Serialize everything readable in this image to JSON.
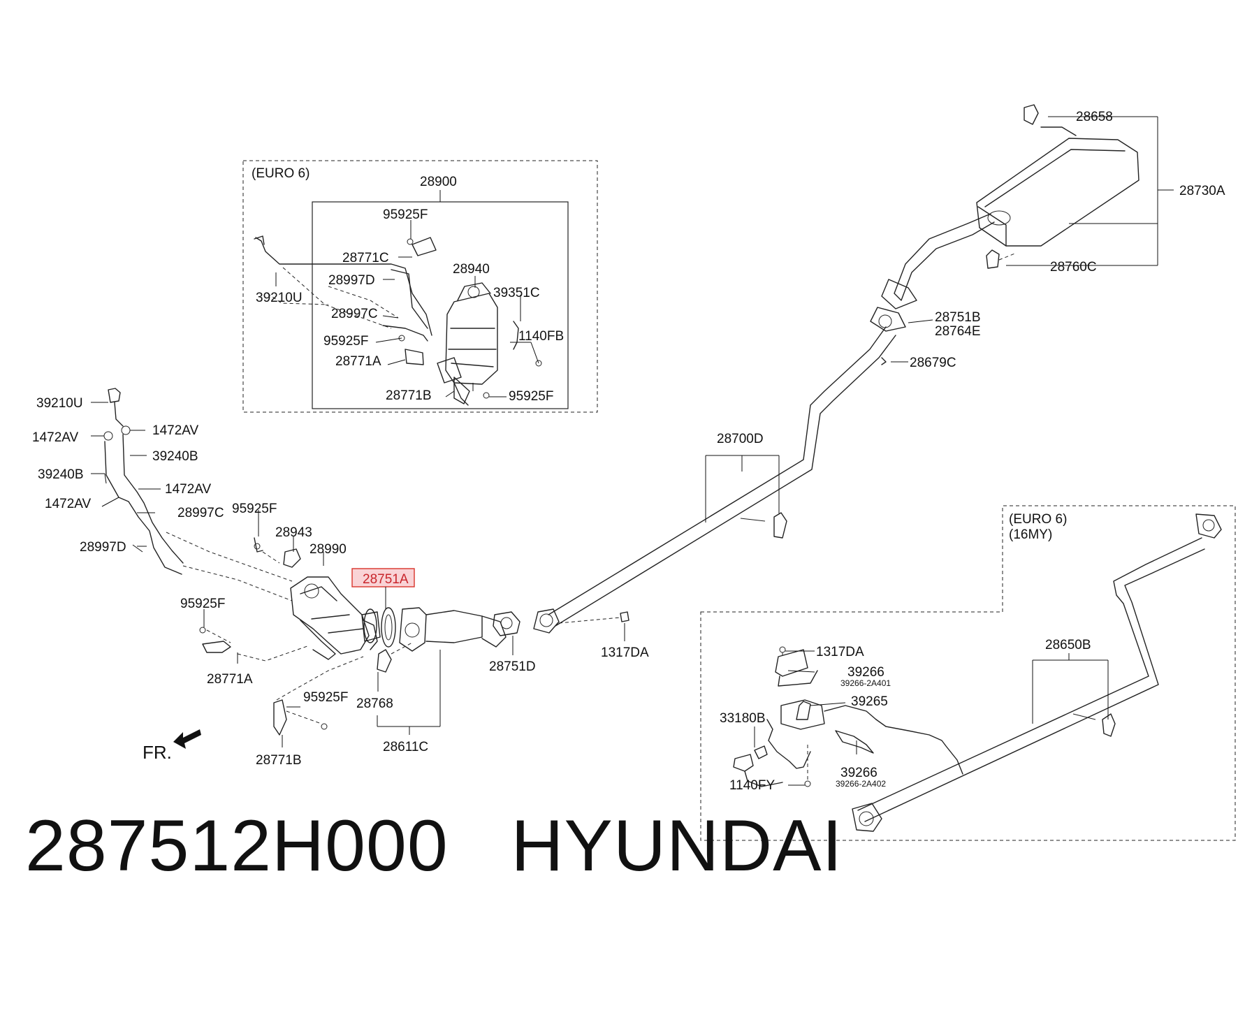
{
  "diagram": {
    "callouts": {
      "euro6_top": "(EURO 6)",
      "p28900": "28900",
      "p95925F_a": "95925F",
      "p28771C": "28771C",
      "p28940": "28940",
      "p28997D_a": "28997D",
      "p39351C": "39351C",
      "p39210U_a": "39210U",
      "p28997C_a": "28997C",
      "p95925F_b": "95925F",
      "p1140FB": "1140FB",
      "p28771A_a": "28771A",
      "p28771B_a": "28771B",
      "p95925F_c": "95925F",
      "p28658": "28658",
      "p28730A": "28730A",
      "p28760C": "28760C",
      "p28751B": "28751B",
      "p28764E": "28764E",
      "p28679C": "28679C",
      "p28700D": "28700D",
      "p39210U_b": "39210U",
      "p1472AV_a": "1472AV",
      "p1472AV_b": "1472AV",
      "p39240B_a": "39240B",
      "p39240B_b": "39240B",
      "p1472AV_c": "1472AV",
      "p1472AV_d": "1472AV",
      "p95925F_d": "95925F",
      "p28997C_b": "28997C",
      "p28943": "28943",
      "p28997D_b": "28997D",
      "p28990": "28990",
      "p28751A": "28751A",
      "p95925F_e": "95925F",
      "p28771A_b": "28771A",
      "p95925F_f": "95925F",
      "p28768": "28768",
      "p28771B_b": "28771B",
      "p28611C": "28611C",
      "p28751D": "28751D",
      "p1317DA_a": "1317DA",
      "euro6_bottom_1": "(EURO 6)",
      "euro6_bottom_2": "(16MY)",
      "p1317DA_b": "1317DA",
      "p39266_a": "39266",
      "p39266_a_sub": "39266-2A401",
      "p39265": "39265",
      "p33180B": "33180B",
      "p1140FY": "1140FY",
      "p39266_b": "39266",
      "p39266_b_sub": "39266-2A402",
      "p28650B": "28650B",
      "front_marker": "FR."
    },
    "highlighted_part": "28751A",
    "highlight_color": "#d9342b"
  },
  "caption": {
    "part_number": "287512H000",
    "brand": "HYUNDAI"
  }
}
